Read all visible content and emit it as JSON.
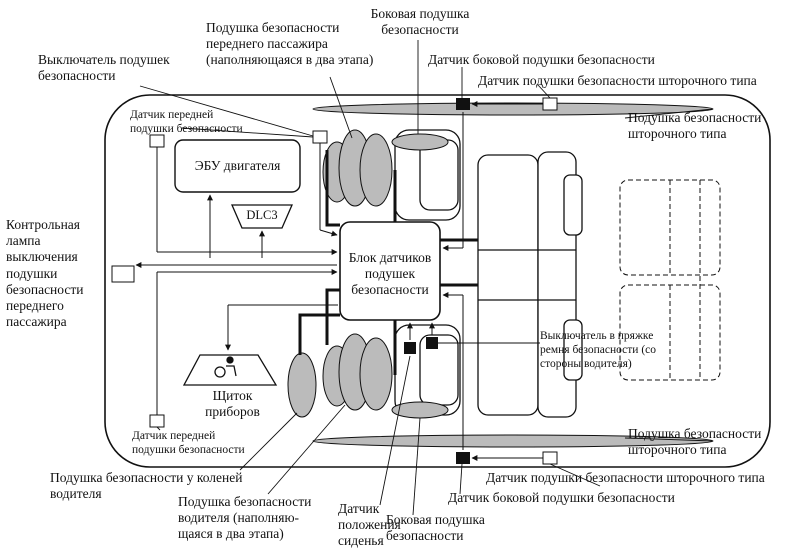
{
  "labels": {
    "passenger_airbag": "Подушка безопасности\nпереднего пассажира\n(наполняющаяся в два этапа)",
    "side_airbag_top": "Боковая подушка\nбезопасности",
    "airbag_switch": "Выключатель подушек\nбезопасности",
    "side_sensor_top": "Датчик боковой подушки безопасности",
    "curtain_sensor_top": "Датчик подушки безопасности шторочного типа",
    "front_sensor_top": "Датчик передней\nподушки безопасности",
    "curtain_airbag_top": "Подушка безопасности\nшторочного типа",
    "ecu": "ЭБУ двигателя",
    "dlc3": "DLC3",
    "indicator_lamp": "Контрольная\nлампа\nвыключения\nподушки\nбезопасности\nпереднего\nпассажира",
    "sensor_unit": "Блок датчиков\nподушек\nбезопасности",
    "buckle_switch": "Выключатель в пряжке\nремня безопасности (со\nстороны водителя)",
    "combination_meter": "Щиток\nприборов",
    "front_sensor_bottom": "Датчик передней\nподушки безопасности",
    "curtain_airbag_bottom": "Подушка безопасности\nшторочного типа",
    "curtain_sensor_bottom": "Датчик подушки безопасности шторочного типа",
    "side_sensor_bottom": "Датчик боковой подушки безопасности",
    "knee_airbag": "Подушка безопасности у коленей\nводителя",
    "driver_airbag": "Подушка безопасности\nводителя (наполняю-\nщаяся в два этапа)",
    "seat_position_sensor": "Датчик\nположения\nсиденья",
    "side_airbag_bottom": "Боковая подушка\nбезопасности"
  }
}
